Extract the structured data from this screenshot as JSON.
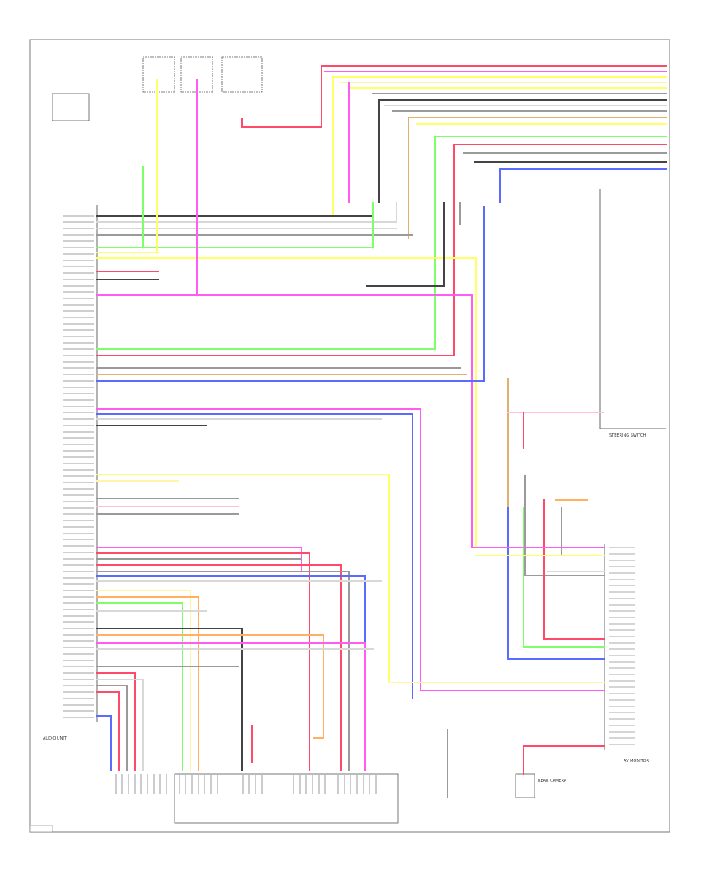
{
  "diagram": {
    "components": {
      "audio_unit": "AUDIO UNIT",
      "av_monitor": "AV MONITOR",
      "steering_switch": "STEERING SWITCH",
      "rear_camera": "REAR CAMERA"
    }
  },
  "wire_colors": {
    "red": "#ff4a6a",
    "pink": "#ff5cf2",
    "yellow": "#ffff66",
    "light_yellow": "#fff5a8",
    "green": "#7dff6a",
    "blue": "#5a6bff",
    "gray": "#9a9a9a",
    "dark": "#444444",
    "tan": "#e0b070",
    "orange": "#ffb060",
    "light_gray": "#d8d8d8",
    "light_pink": "#ffc0d8"
  }
}
